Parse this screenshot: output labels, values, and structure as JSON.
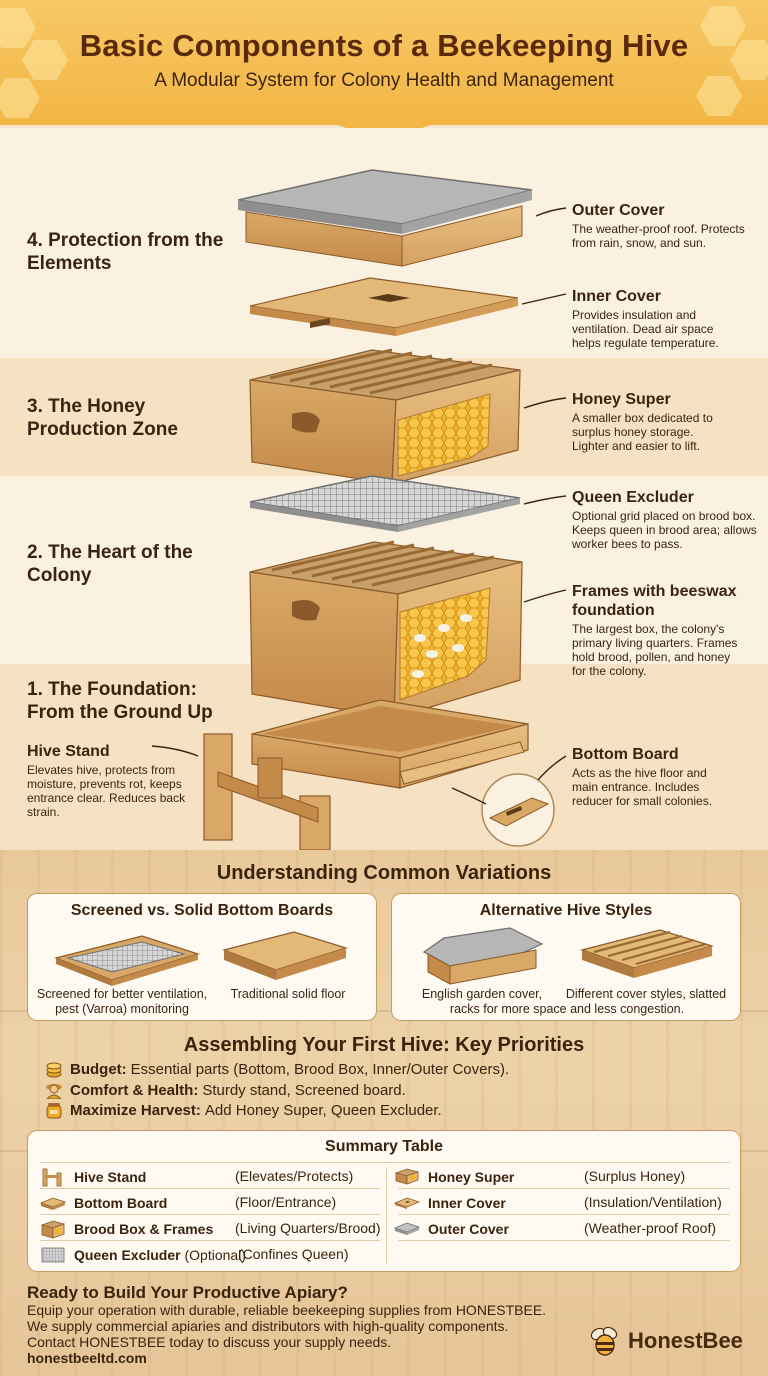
{
  "header": {
    "title": "Basic Components of a Beekeeping Hive",
    "subtitle": "A Modular System for Colony Health and Management"
  },
  "sections": [
    {
      "title": "4. Protection from the Elements"
    },
    {
      "title": "3. The Honey Production Zone"
    },
    {
      "title": "2. The Heart of the Colony"
    },
    {
      "title": "1. The Foundation: From the Ground Up"
    }
  ],
  "components": {
    "outer_cover": {
      "title": "Outer Cover",
      "desc": "The weather-proof roof. Protects from rain, snow, and sun."
    },
    "inner_cover": {
      "title": "Inner Cover",
      "desc": "Provides insulation and ventilation. Dead air space helps regulate temperature."
    },
    "honey_super": {
      "title": "Honey Super",
      "desc": "A smaller box dedicated to surplus honey storage. Lighter and easier to lift."
    },
    "queen_excluder": {
      "title": "Queen Excluder",
      "desc": "Optional grid placed on brood box. Keeps queen in brood area; allows worker bees to pass."
    },
    "frames": {
      "title": "Frames with beeswax foundation",
      "desc": "The largest box, the colony's primary living quarters. Frames hold brood, pollen, and honey for the colony."
    },
    "hive_stand": {
      "title": "Hive Stand",
      "desc": "Elevates hive, protects from moisture, prevents rot, keeps entrance clear. Reduces back strain."
    },
    "bottom_board": {
      "title": "Bottom Board",
      "desc": "Acts as the hive floor and main entrance. Includes reducer for small colonies."
    }
  },
  "variations": {
    "heading": "Understanding Common Variations",
    "bottom_boards": {
      "title": "Screened vs. Solid Bottom Boards",
      "screened_caption": "Screened for better ventilation, pest (Varroa) monitoring",
      "solid_caption": "Traditional solid floor"
    },
    "hive_styles": {
      "title": "Alternative Hive Styles",
      "english_caption": "English garden cover,",
      "slatted_caption": "Different cover styles, slatted",
      "racks_caption": "racks for more space and less congestion."
    }
  },
  "priorities": {
    "heading": "Assembling Your First Hive: Key Priorities",
    "items": [
      {
        "label": "Budget:",
        "text": "Essential parts (Bottom, Brood Box, Inner/Outer Covers)."
      },
      {
        "label": "Comfort & Health:",
        "text": "Sturdy stand, Screened board."
      },
      {
        "label": "Maximize Harvest:",
        "text": "Add Honey Super, Queen Excluder."
      }
    ]
  },
  "summary": {
    "title": "Summary Table",
    "left": [
      {
        "name": "Hive Stand",
        "value": "(Elevates/Protects)",
        "icon": "hive-stand-icon"
      },
      {
        "name": "Bottom Board",
        "value": "(Floor/Entrance)",
        "icon": "bottom-board-icon"
      },
      {
        "name": "Brood Box & Frames",
        "value": "(Living Quarters/Brood)",
        "icon": "brood-box-icon"
      },
      {
        "name": "Queen Excluder",
        "extra": "(Optional)",
        "value": "(Confines Queen)",
        "icon": "queen-excluder-icon"
      }
    ],
    "right": [
      {
        "name": "Honey Super",
        "value": "(Surplus Honey)",
        "icon": "honey-super-icon"
      },
      {
        "name": "Inner Cover",
        "value": "(Insulation/Ventilation)",
        "icon": "inner-cover-icon"
      },
      {
        "name": "Outer Cover",
        "value": "(Weather-proof Roof)",
        "icon": "outer-cover-icon"
      }
    ]
  },
  "cta": {
    "title": "Ready to Build Your Productive Apiary?",
    "lines": [
      "Equip your operation with durable, reliable beekeeping supplies from HONESTBEE.",
      "We supply commercial apiaries and distributors with high-quality components.",
      "Contact HONESTBEE today to discuss your supply needs."
    ],
    "url": "honestbeeltd.com",
    "brand": "HonestBee"
  },
  "colors": {
    "honey": "#f2b340",
    "wood": "#d9a866",
    "wood_dark": "#a86f35",
    "metal": "#b9b9b9",
    "text": "#3a2410"
  }
}
